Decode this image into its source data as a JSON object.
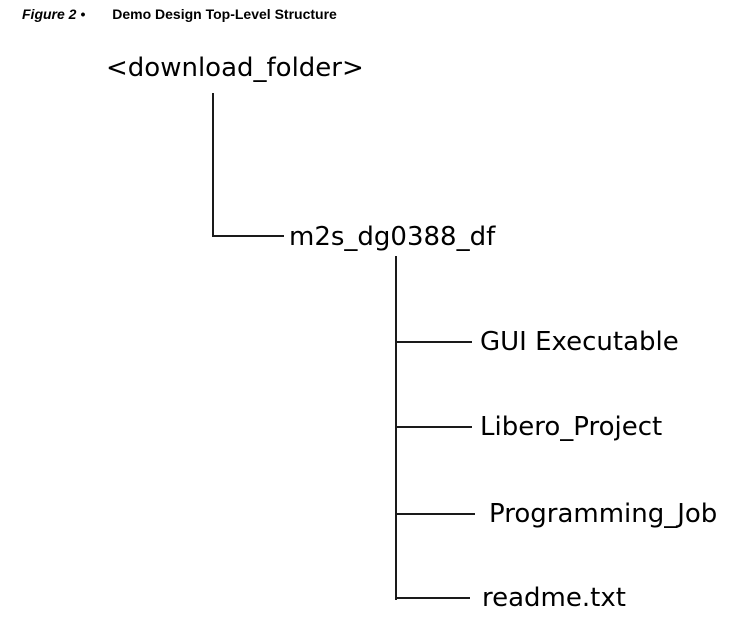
{
  "figure": {
    "label": "Figure 2 •",
    "title": "Demo Design Top-Level Structure"
  },
  "tree": {
    "root": "<download_folder>",
    "child": "m2s_dg0388_df",
    "leaves": [
      "GUI Executable",
      "Libero_Project",
      "Programming_Job",
      "readme.txt"
    ]
  },
  "colors": {
    "background": "#ffffff",
    "text": "#000000",
    "line": "#1a1a1a"
  }
}
